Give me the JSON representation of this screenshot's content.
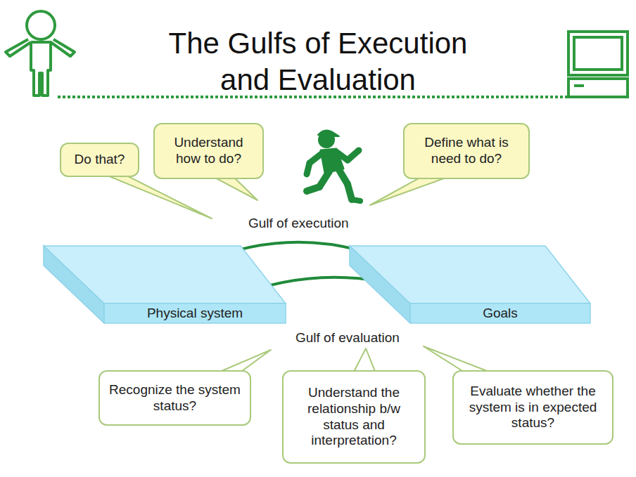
{
  "diagram": {
    "title": "The Gulfs of Execution and Evaluation",
    "nodes": [
      {
        "text": [
          "Do that?"
        ]
      },
      {
        "text": [
          "Understand how to do?"
        ]
      },
      {
        "text": [
          "Define what is need to do?"
        ]
      },
      {
        "text": [
          "Physical system"
        ]
      },
      {
        "text": [
          "Goals"
        ]
      },
      {
        "text": [
          "Recognize the system status?"
        ]
      },
      {
        "text": [
          "Understand the relationship b/w status and interpretation?"
        ]
      },
      {
        "text": [
          "Evaluate whether the system is in expected status?"
        ]
      }
    ],
    "edges": [
      {
        "from": 4,
        "to": 3,
        "arrow": "to"
      },
      {
        "from": 3,
        "to": 4,
        "arrow": "to"
      }
    ],
    "labels": [
      "Gulf of execution",
      "Gulf of evaluation"
    ]
  }
}
